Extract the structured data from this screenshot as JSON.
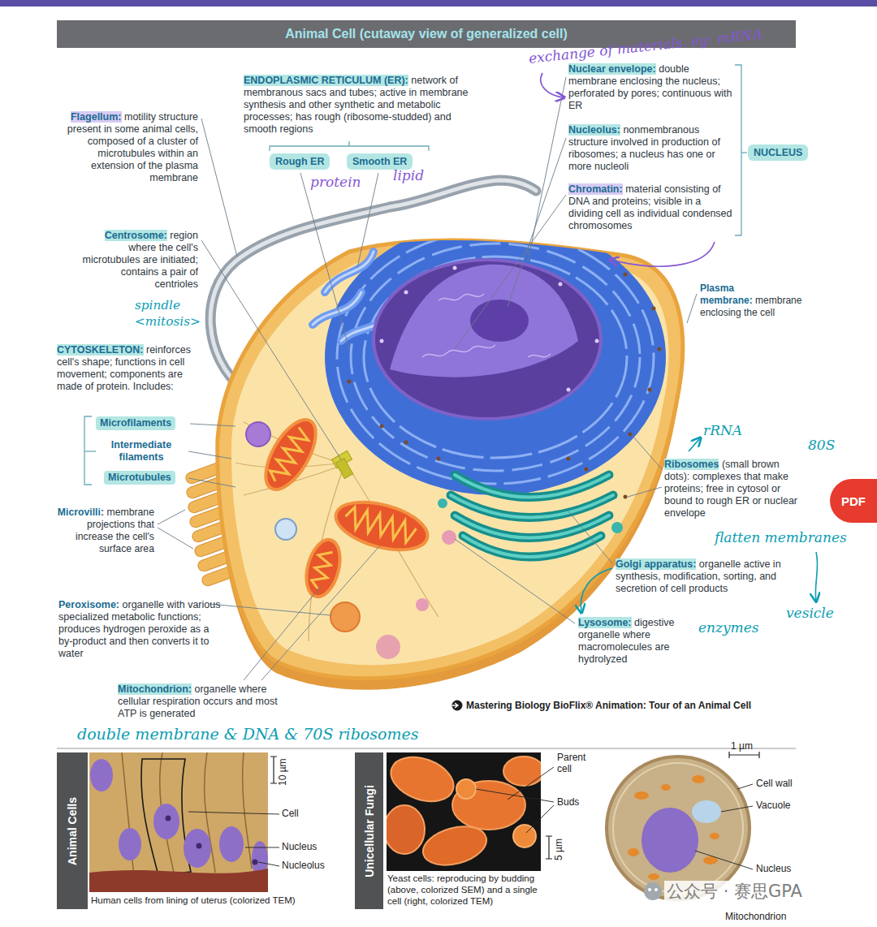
{
  "diagram": {
    "title": "Animal Cell (cutaway view of generalized cell)",
    "nodes": [
      {
        "text": [
          "Rough ER"
        ]
      },
      {
        "text": [
          "Smooth ER"
        ]
      },
      {
        "text": [
          "NUCLEUS"
        ]
      },
      {
        "text": [
          "PDF"
        ]
      },
      {
        "text": [
          "Animal Cells",
          "Human cells from lining of uterus (colorized TEM)"
        ]
      },
      {
        "text": [
          "Unicellular Fungi",
          "Yeast cells: reproducing by budding (above, colorized SEM) and a single cell (right, colorized TEM)"
        ]
      }
    ],
    "labels": [
      "exchange of materials. eg: mRNA",
      "ENDOPLASMIC RETICULUM (ER):",
      "network of membranous sacs and tubes; active in membrane synthesis and other synthetic and metabolic processes; has rough (ribosome-studded) and smooth regions",
      "protein",
      "lipid",
      "Nuclear envelope:",
      "double membrane enclosing the nucleus; perforated by pores; continuous with ER",
      "Nucleolus:",
      "nonmembranous structure involved in production of ribosomes; a nucleus has one or more nucleoli",
      "Chromatin:",
      "material consisting of DNA and proteins; visible in a dividing cell as individual condensed chromosomes",
      "Flagellum:",
      "motility structure present in some animal cells, composed of a cluster of microtubules within an extension of the plasma membrane",
      "Centrosome:",
      "region where the cell's microtubules are initiated; contains a pair of centrioles",
      "spindle <mitosis>",
      "CYTOSKELETON:",
      "reinforces cell's shape; functions in cell movement; components are made of protein. Includes:",
      "Microfilaments",
      "Intermediate filaments",
      "Microtubules",
      "Plasma membrane:",
      "membrane enclosing the cell",
      "rRNA",
      "80S",
      "Ribosomes",
      "(small brown dots): complexes that make proteins; free in cytosol or bound to rough ER or nuclear envelope",
      "flatten membranes",
      "Golgi apparatus:",
      "organelle active in synthesis, modification, sorting, and secretion of cell products",
      "vesicle",
      "Microvilli:",
      "membrane projections that increase the cell's surface area",
      "Peroxisome:",
      "organelle with various specialized metabolic functions; produces hydrogen peroxide as a by-product and then converts it to water",
      "Lysosome:",
      "digestive organelle where macromolecules are hydrolyzed",
      "enzymes",
      "Mitochondrion:",
      "organelle where cellular respiration occurs and most ATP is generated",
      "Mastering Biology BioFlix® Animation: Tour of an Animal Cell",
      "double membrane & DNA & 70S ribosomes",
      "10 µm",
      "Cell",
      "Nucleus",
      "Nucleolus",
      "Parent cell",
      "Buds",
      "5 µm",
      "1 µm",
      "Cell wall",
      "Vacuole",
      "Nucleus",
      "Mitochondrion",
      "公众号 · 赛思GPA"
    ]
  }
}
